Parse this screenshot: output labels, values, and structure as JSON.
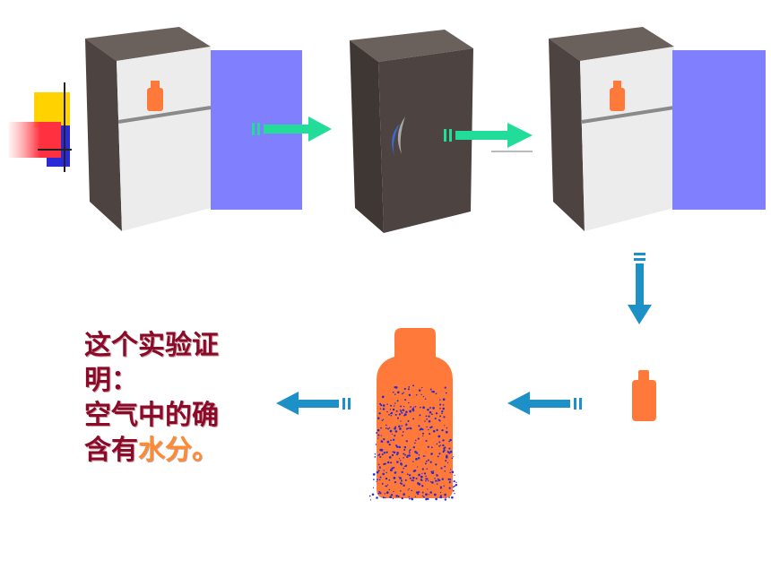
{
  "caption": {
    "line1": "这个实验证",
    "line2": "明：",
    "line3": "空气中的确",
    "line4_a": "含有",
    "line4_highlight": "水分",
    "line4_end": "。"
  },
  "colors": {
    "caption_text": "#8b0a2a",
    "highlight_text": "#ff8a30",
    "fridge_body": "#4d4441",
    "fridge_door_white": "#eeeeee",
    "fridge_door_open": "#8080ff",
    "bottle": "#ff7a3a",
    "arrow_green": "#22dd99",
    "arrow_blue": "#1e90c8",
    "droplets": "#2a2ad0"
  },
  "icons": [
    "fridge-open-icon",
    "fridge-closed-icon",
    "bottle-icon",
    "arrow-right-icon",
    "arrow-down-icon",
    "arrow-left-icon",
    "decoration-squares-icon"
  ]
}
